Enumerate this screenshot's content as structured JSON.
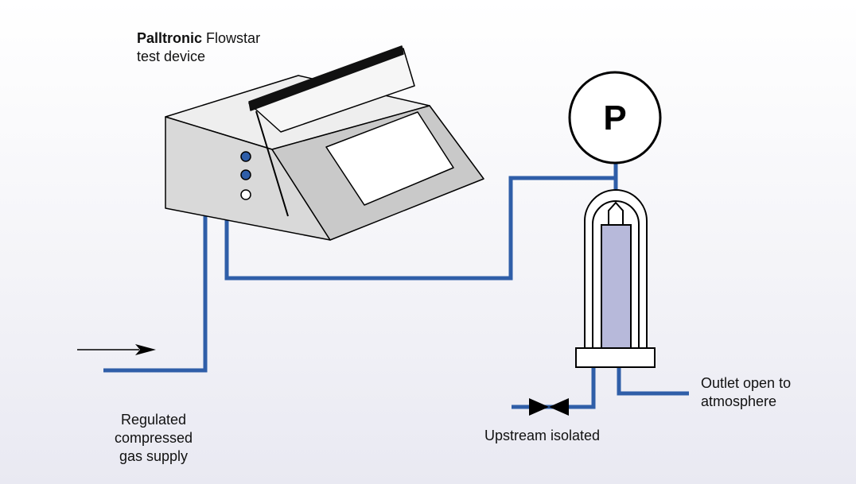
{
  "labels": {
    "device_brand": "Palltronic",
    "device_model": "Flowstar",
    "device_line2": "test device",
    "supply_line1": "Regulated",
    "supply_line2": "compressed",
    "supply_line3": "gas supply",
    "gauge_symbol": "P",
    "upstream": "Upstream isolated",
    "outlet_line1": "Outlet open to",
    "outlet_line2": "atmosphere"
  },
  "colors": {
    "pipe": "#2f5ea8",
    "port": "#2f5ea8",
    "filter_cartridge": "#b7b9da",
    "device_side": "#d9d9d9",
    "device_top": "#eeeeee",
    "device_panel": "#c9c9c9"
  }
}
